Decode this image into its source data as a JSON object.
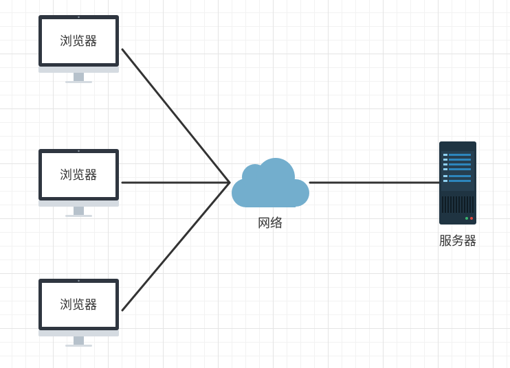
{
  "diagram": {
    "browsers": [
      {
        "label": "浏览器"
      },
      {
        "label": "浏览器"
      },
      {
        "label": "浏览器"
      }
    ],
    "network": {
      "label": "网络",
      "icon": "cloud-icon"
    },
    "server": {
      "label": "服务器",
      "icon": "server-icon"
    }
  },
  "colors": {
    "connector": "#333333",
    "monitor_frame": "#2f3640",
    "monitor_base": "#d5dbe1",
    "cloud": "#73aecd",
    "server_body": "#1f3442",
    "server_rack": "#2d86bd",
    "server_led_green": "#3ab56e",
    "server_led_red": "#e0483e"
  }
}
